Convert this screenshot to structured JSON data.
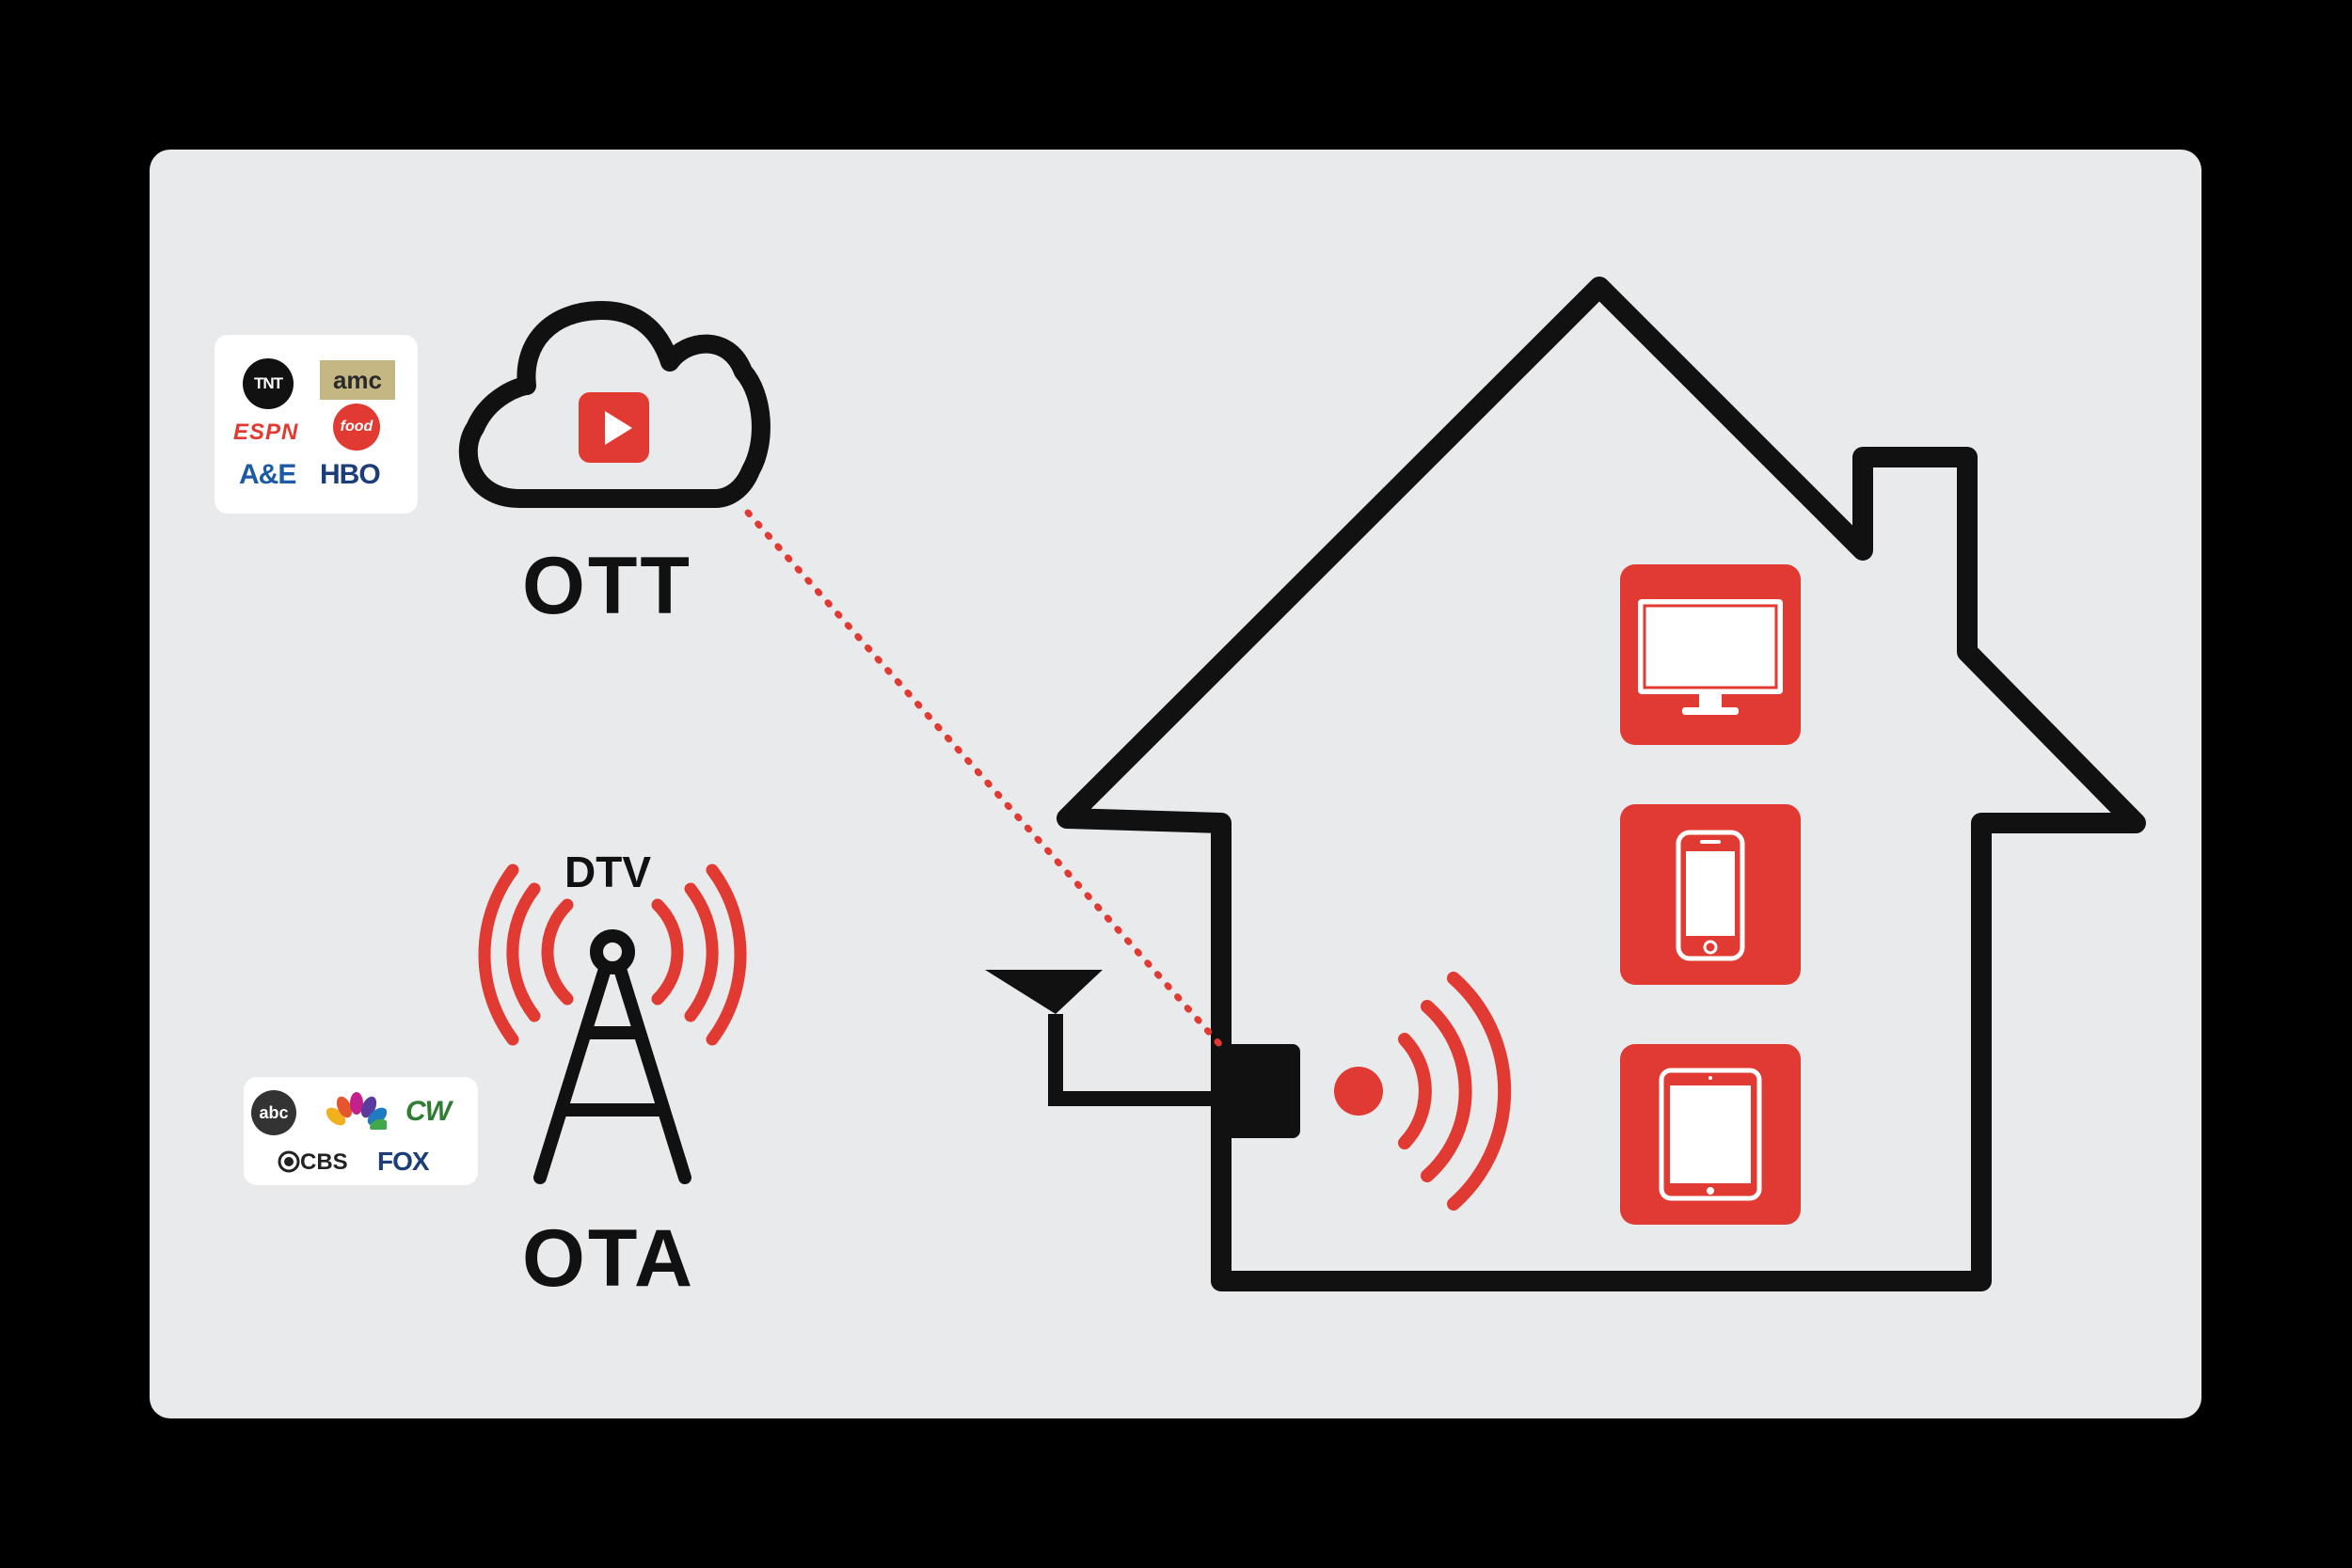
{
  "labels": {
    "ott": "OTT",
    "ota": "OTA",
    "dtv": "DTV"
  },
  "cable_logos": {
    "tnt": "TNT",
    "amc": "amc",
    "espn": "ESPN",
    "food": "food",
    "ae": "A&E",
    "hbo": "HBO"
  },
  "broadcast_logos": {
    "abc": "abc",
    "cw": "CW",
    "cbs": "CBS",
    "fox": "FOX"
  },
  "icons": {
    "cloud": "cloud-icon",
    "play": "play-icon",
    "tower": "broadcast-tower-icon",
    "house": "house-icon",
    "antenna": "antenna-icon",
    "receiver": "receiver-box-icon",
    "wifi": "wireless-signal-icon",
    "tv": "tv-icon",
    "phone": "smartphone-icon",
    "tablet": "tablet-icon"
  },
  "colors": {
    "accent_red": "#e13a32",
    "panel": "#e9eaeb",
    "outline": "#111111",
    "frame": "#000000"
  }
}
